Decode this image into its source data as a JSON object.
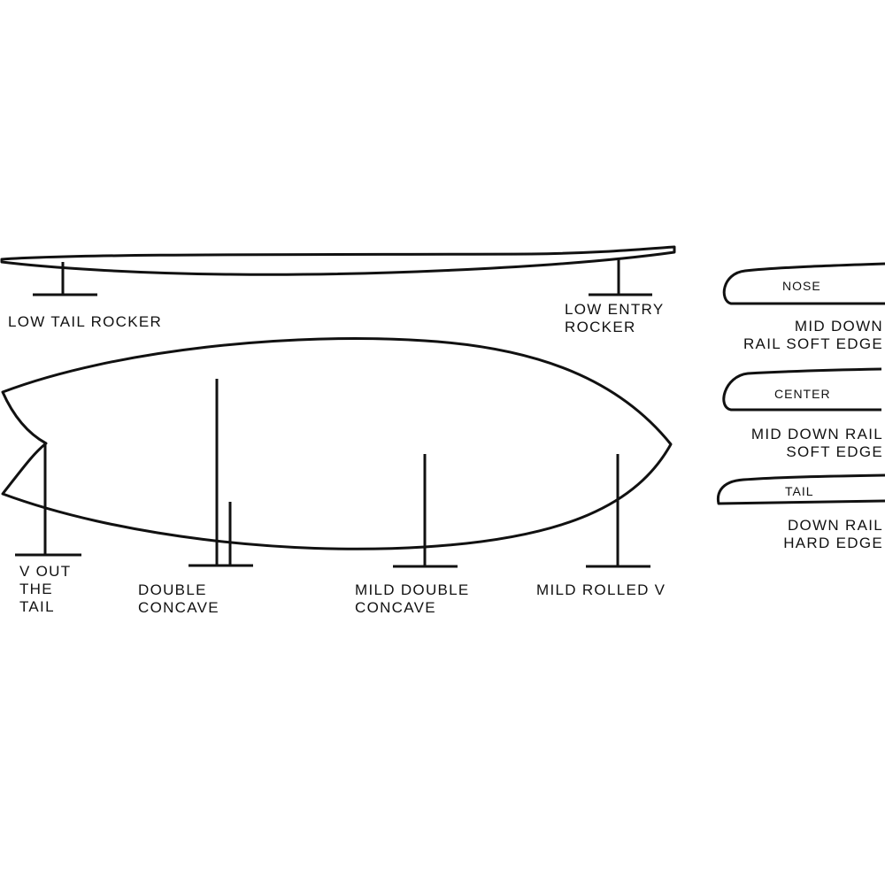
{
  "diagram": {
    "rocker_labels": {
      "tail": "LOW TAIL ROCKER",
      "entry": "LOW ENTRY\nROCKER"
    },
    "bottom_labels": {
      "v_tail": "V OUT\nTHE\nTAIL",
      "double_concave": "DOUBLE\nCONCAVE",
      "mild_double_concave": "MILD DOUBLE\nCONCAVE",
      "mild_rolled_v": "MILD ROLLED V"
    },
    "rails": [
      {
        "section": "NOSE",
        "description": "MID DOWN\nRAIL SOFT EDGE"
      },
      {
        "section": "CENTER",
        "description": "MID DOWN RAIL\nSOFT EDGE"
      },
      {
        "section": "TAIL",
        "description": "DOWN RAIL\nHARD EDGE"
      }
    ],
    "stroke_color": "#111111"
  }
}
